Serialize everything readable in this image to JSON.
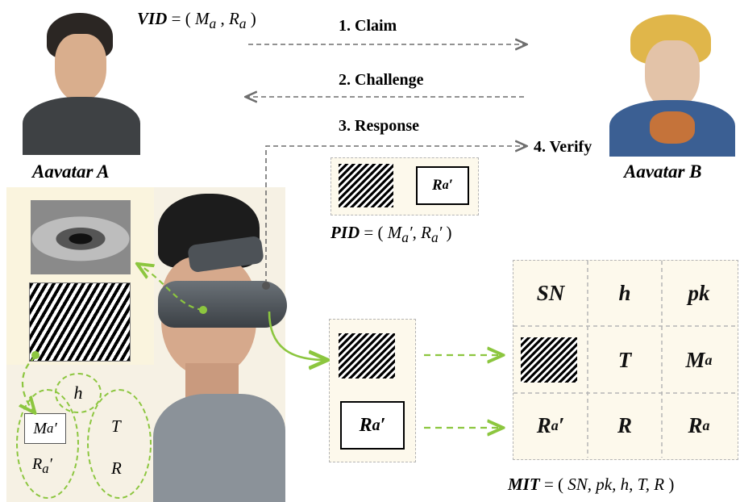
{
  "avatar_a": {
    "name": "Aavatar A",
    "vid": {
      "label": "VID",
      "m": "M",
      "m_sub": "a",
      "r": "R",
      "r_sub": "a"
    }
  },
  "avatar_b": {
    "name": "Aavatar B"
  },
  "protocol": {
    "claim": "1. Claim",
    "challenge": "2. Challenge",
    "response": "3. Response",
    "verify": "4. Verify"
  },
  "pid": {
    "label": "PID",
    "m": "M",
    "m_sub": "a",
    "r": "R",
    "r_sub": "a",
    "prime": "′",
    "box_r": "R",
    "box_r_sub": "a"
  },
  "user_side": {
    "h": "h",
    "m": "M",
    "m_sub": "a",
    "r": "R",
    "r_sub": "a",
    "prime": "′",
    "t": "T",
    "r_big": "R"
  },
  "mid_box": {
    "r": "R",
    "r_sub": "a",
    "prime": "′"
  },
  "mit_table": {
    "sn": "SN",
    "h": "h",
    "pk": "pk",
    "t": "T",
    "ma": "M",
    "ma_sub": "a",
    "ra_prime": "R",
    "ra_prime_sub": "a",
    "prime": "′",
    "r": "R",
    "ra": "R",
    "ra_sub": "a"
  },
  "mit": {
    "label": "MIT",
    "items": "SN, pk, h, T, R"
  },
  "colors": {
    "green": "#8cc63f",
    "gray_dash": "#6e6e6e",
    "cream": "#faf4de"
  }
}
